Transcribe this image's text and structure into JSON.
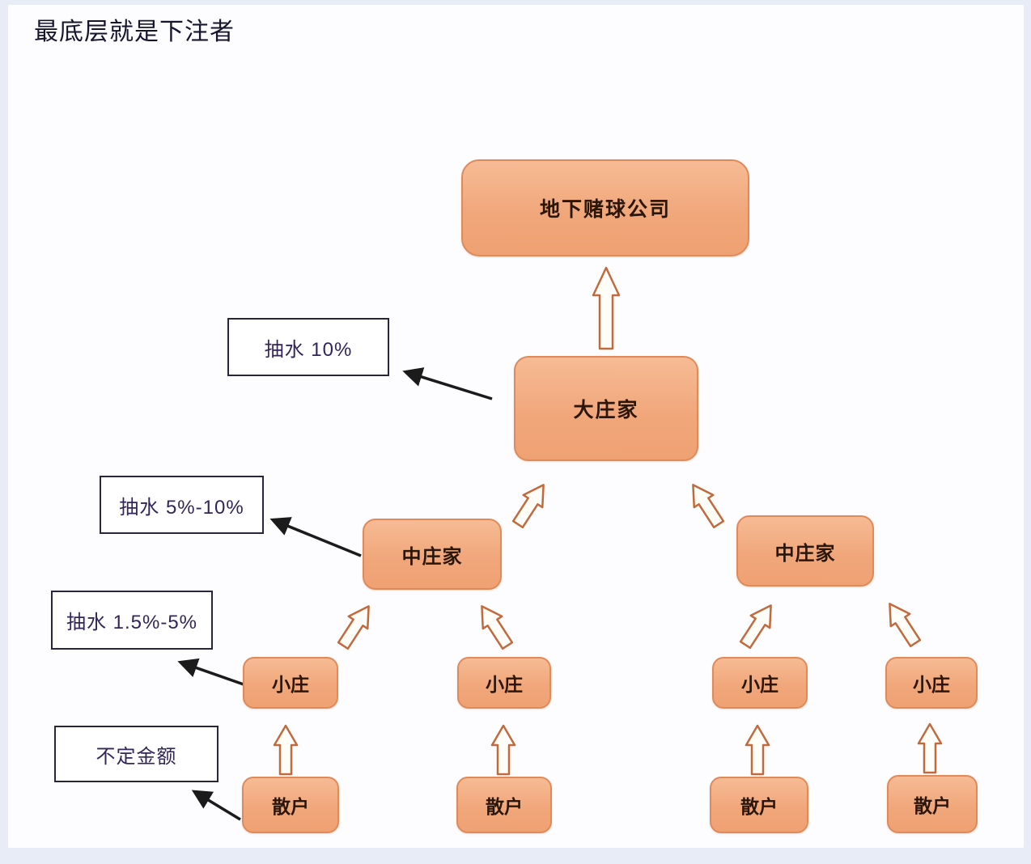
{
  "title": "最底层就是下注者",
  "diagram": {
    "type": "hierarchy-pyramid",
    "nodes": {
      "company": {
        "label": "地下赌球公司"
      },
      "big_banker": {
        "label": "大庄家"
      },
      "mid_bankers": [
        {
          "label": "中庄家"
        },
        {
          "label": "中庄家"
        }
      ],
      "small_bankers": [
        {
          "label": "小庄"
        },
        {
          "label": "小庄"
        },
        {
          "label": "小庄"
        },
        {
          "label": "小庄"
        }
      ],
      "retail_bettors": [
        {
          "label": "散户"
        },
        {
          "label": "散户"
        },
        {
          "label": "散户"
        },
        {
          "label": "散户"
        }
      ]
    },
    "annotations": [
      {
        "label": "抽水 10%",
        "points_to": "big_banker"
      },
      {
        "label": "抽水 5%-10%",
        "points_to": "mid_banker_left"
      },
      {
        "label": "抽水 1.5%-5%",
        "points_to": "small_banker_1"
      },
      {
        "label": "不定金额",
        "points_to": "retail_bettor_1"
      }
    ],
    "flow_direction": "bottom-to-top"
  },
  "colors": {
    "node_fill_top": "#f6bb95",
    "node_fill_bottom": "#efa173",
    "node_border": "#e08a5a",
    "node_text": "#2a160b",
    "annotation_border": "#26263e",
    "annotation_text": "#32255a",
    "up_arrow_stroke": "#c06a3e",
    "up_arrow_fill": "#fffdf7",
    "black_arrow": "#1b1b1b",
    "frame_background": "#e8ecf7",
    "canvas_background": "#fdfdff",
    "title_text": "#15152e"
  }
}
